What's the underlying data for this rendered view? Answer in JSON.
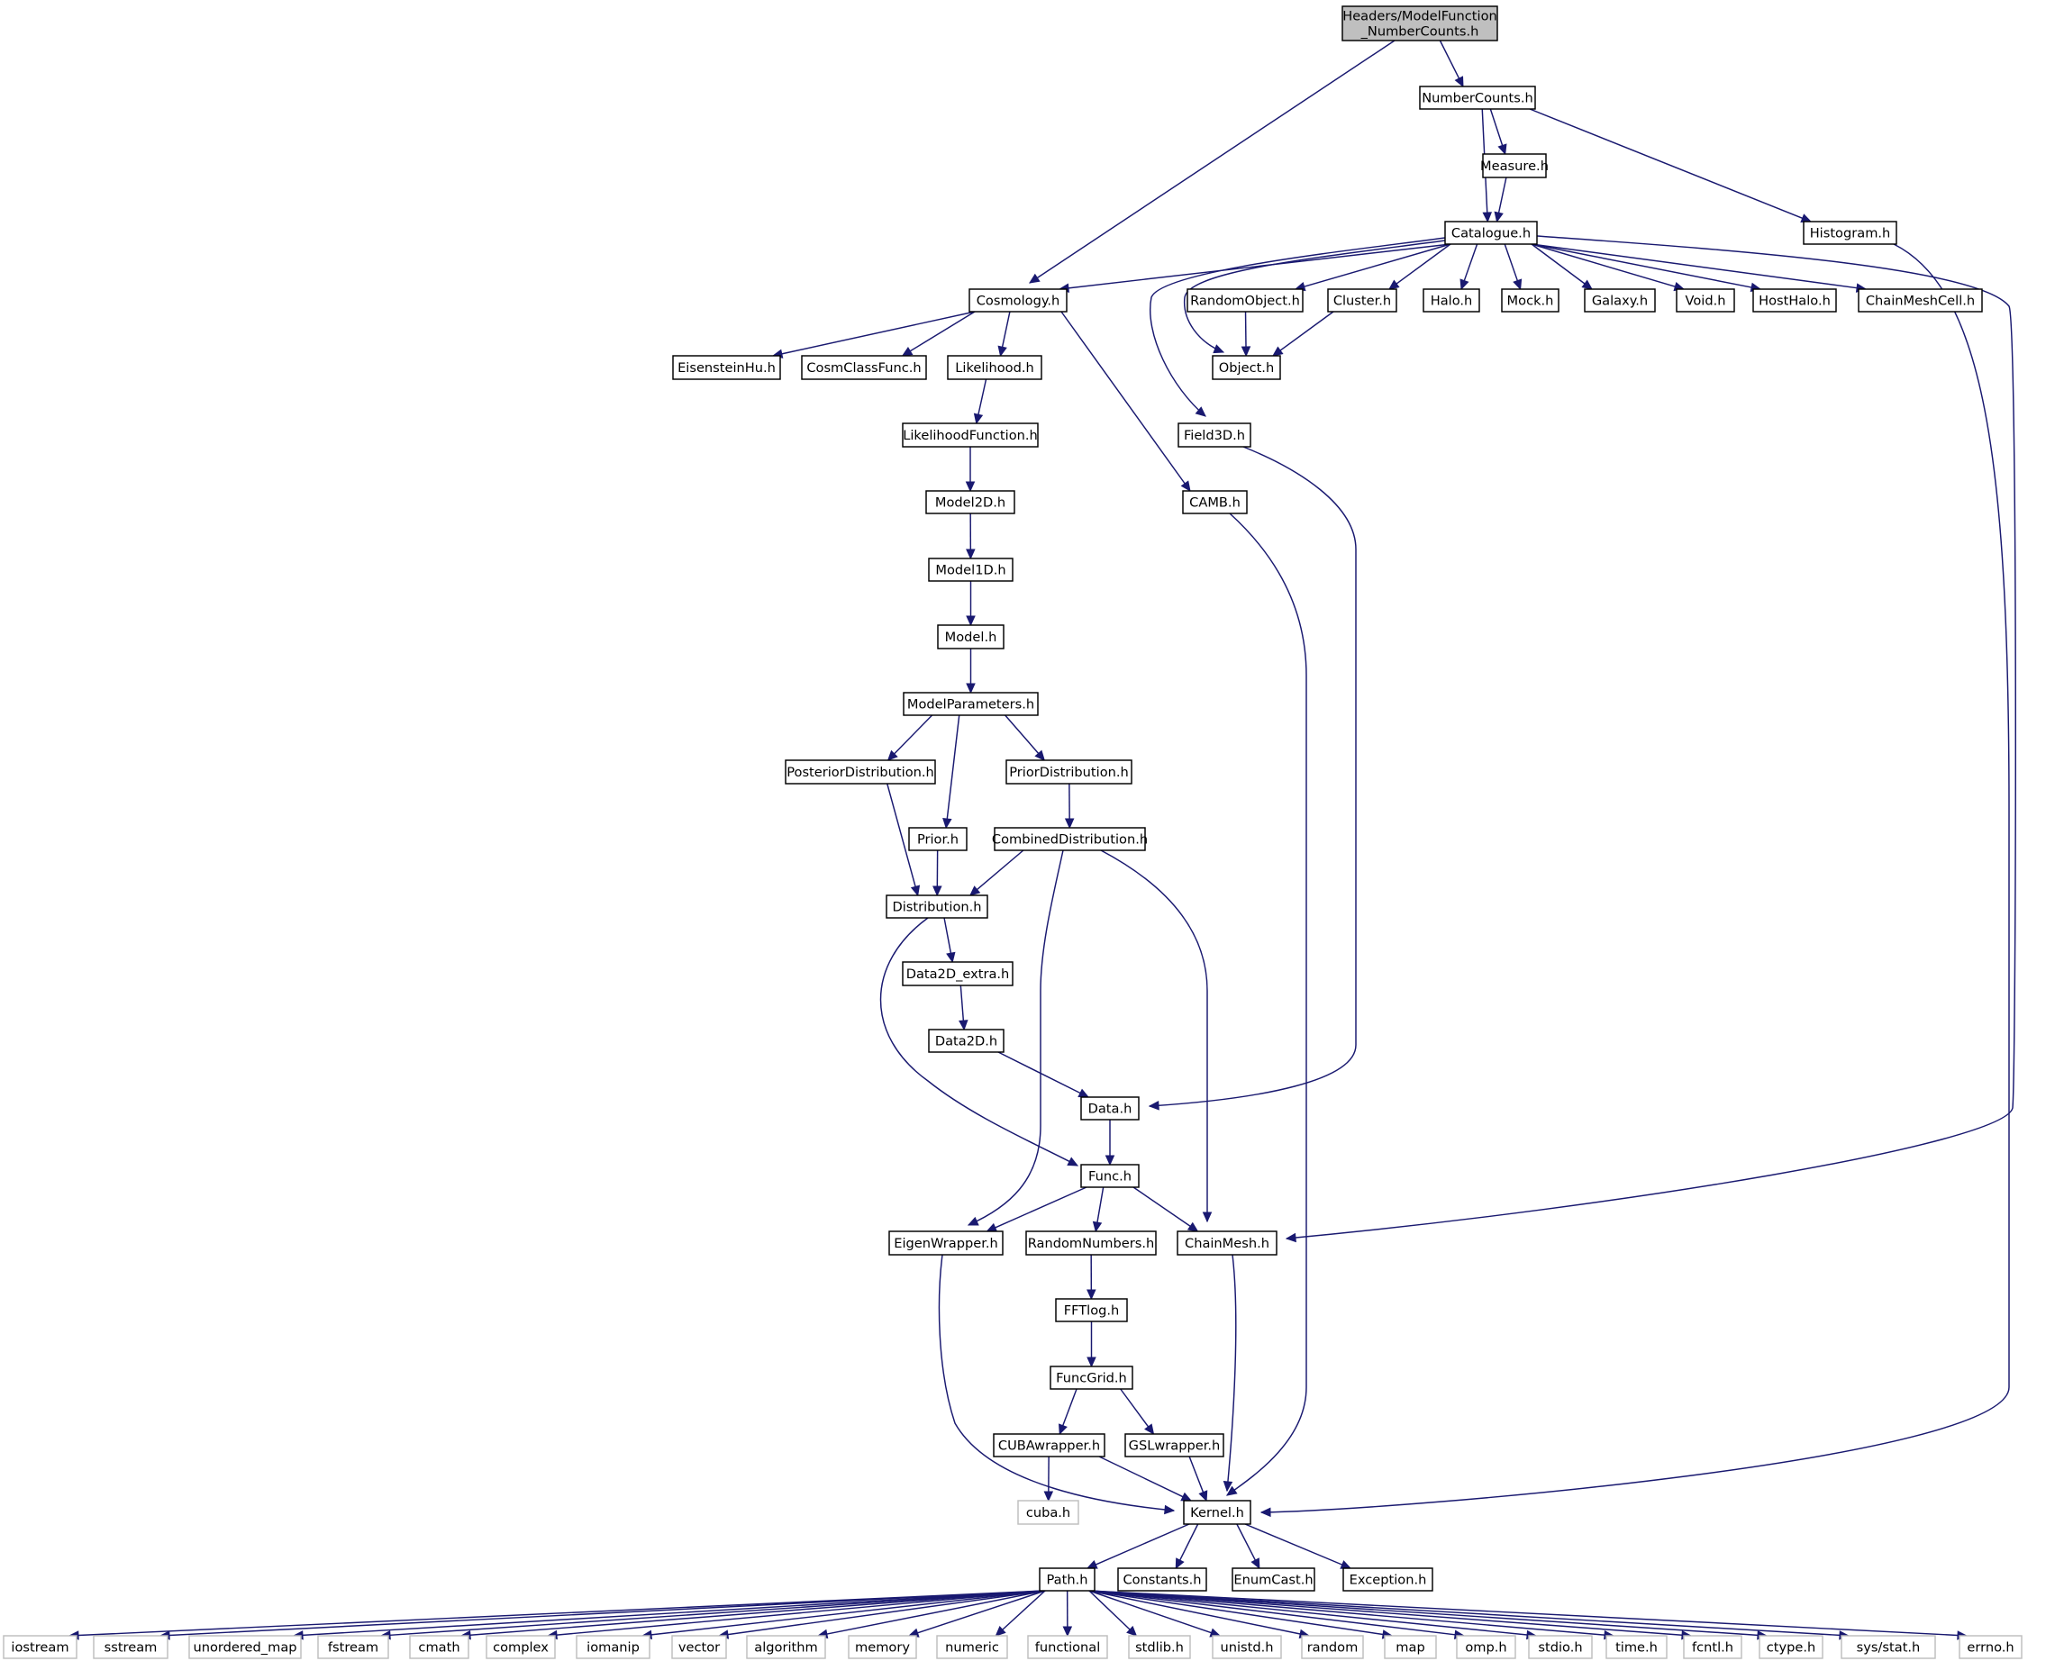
{
  "root": {
    "lines": [
      "Headers/ModelFunction",
      "_NumberCounts.h"
    ]
  },
  "nodes": {
    "numbercounts": "NumberCounts.h",
    "measure": "Measure.h",
    "catalogue": "Catalogue.h",
    "histogram": "Histogram.h",
    "cosmology": "Cosmology.h",
    "randomobject": "RandomObject.h",
    "cluster": "Cluster.h",
    "halo": "Halo.h",
    "mock": "Mock.h",
    "galaxy": "Galaxy.h",
    "void": "Void.h",
    "hosthalo": "HostHalo.h",
    "chainmeshcell": "ChainMeshCell.h",
    "eisensteinhu": "EisensteinHu.h",
    "cosmclassfunc": "CosmClassFunc.h",
    "likelihood": "Likelihood.h",
    "object": "Object.h",
    "likelihoodfunction": "LikelihoodFunction.h",
    "field3d": "Field3D.h",
    "model2d": "Model2D.h",
    "camb": "CAMB.h",
    "model1d": "Model1D.h",
    "model": "Model.h",
    "modelparameters": "ModelParameters.h",
    "posteriordistribution": "PosteriorDistribution.h",
    "priordistribution": "PriorDistribution.h",
    "prior": "Prior.h",
    "combineddistribution": "CombinedDistribution.h",
    "distribution": "Distribution.h",
    "data2d_extra": "Data2D_extra.h",
    "data2d": "Data2D.h",
    "data": "Data.h",
    "func": "Func.h",
    "eigenwrapper": "EigenWrapper.h",
    "randomnumbers": "RandomNumbers.h",
    "chainmesh": "ChainMesh.h",
    "fftlog": "FFTlog.h",
    "funcgrid": "FuncGrid.h",
    "cubawrapper": "CUBAwrapper.h",
    "gslwrapper": "GSLwrapper.h",
    "cuba": "cuba.h",
    "kernel": "Kernel.h",
    "path": "Path.h",
    "constants": "Constants.h",
    "enumcast": "EnumCast.h",
    "exception": "Exception.h",
    "iostream": "iostream",
    "sstream": "sstream",
    "unordered_map": "unordered_map",
    "fstream": "fstream",
    "cmath": "cmath",
    "complex": "complex",
    "iomanip": "iomanip",
    "vector": "vector",
    "algorithm": "algorithm",
    "memory": "memory",
    "numeric": "numeric",
    "functional": "functional",
    "stdlib": "stdlib.h",
    "unistd": "unistd.h",
    "random": "random",
    "map": "map",
    "omp": "omp.h",
    "stdio": "stdio.h",
    "time": "time.h",
    "fcntl": "fcntl.h",
    "ctype": "ctype.h",
    "sysstat": "sys/stat.h",
    "errno": "errno.h"
  },
  "edges": [
    [
      "root",
      "numbercounts"
    ],
    [
      "root",
      "cosmology"
    ],
    [
      "numbercounts",
      "measure"
    ],
    [
      "numbercounts",
      "catalogue"
    ],
    [
      "numbercounts",
      "histogram"
    ],
    [
      "measure",
      "catalogue"
    ],
    [
      "histogram",
      "kernel"
    ],
    [
      "catalogue",
      "cosmology"
    ],
    [
      "catalogue",
      "randomobject"
    ],
    [
      "catalogue",
      "cluster"
    ],
    [
      "catalogue",
      "halo"
    ],
    [
      "catalogue",
      "mock"
    ],
    [
      "catalogue",
      "galaxy"
    ],
    [
      "catalogue",
      "void"
    ],
    [
      "catalogue",
      "hosthalo"
    ],
    [
      "catalogue",
      "chainmeshcell"
    ],
    [
      "catalogue",
      "object"
    ],
    [
      "catalogue",
      "field3d"
    ],
    [
      "catalogue",
      "chainmesh"
    ],
    [
      "randomobject",
      "object"
    ],
    [
      "cluster",
      "object"
    ],
    [
      "cosmology",
      "eisensteinhu"
    ],
    [
      "cosmology",
      "cosmclassfunc"
    ],
    [
      "cosmology",
      "likelihood"
    ],
    [
      "cosmology",
      "camb"
    ],
    [
      "likelihood",
      "likelihoodfunction"
    ],
    [
      "likelihoodfunction",
      "model2d"
    ],
    [
      "model2d",
      "model1d"
    ],
    [
      "model1d",
      "model"
    ],
    [
      "model",
      "modelparameters"
    ],
    [
      "modelparameters",
      "posteriordistribution"
    ],
    [
      "modelparameters",
      "prior"
    ],
    [
      "modelparameters",
      "priordistribution"
    ],
    [
      "priordistribution",
      "combineddistribution"
    ],
    [
      "posteriordistribution",
      "distribution"
    ],
    [
      "prior",
      "distribution"
    ],
    [
      "combineddistribution",
      "distribution"
    ],
    [
      "combineddistribution",
      "eigenwrapper"
    ],
    [
      "combineddistribution",
      "chainmesh"
    ],
    [
      "distribution",
      "data2d_extra"
    ],
    [
      "distribution",
      "func"
    ],
    [
      "data2d_extra",
      "data2d"
    ],
    [
      "data2d",
      "data"
    ],
    [
      "field3d",
      "data"
    ],
    [
      "data",
      "func"
    ],
    [
      "func",
      "eigenwrapper"
    ],
    [
      "func",
      "randomnumbers"
    ],
    [
      "func",
      "chainmesh"
    ],
    [
      "randomnumbers",
      "fftlog"
    ],
    [
      "fftlog",
      "funcgrid"
    ],
    [
      "funcgrid",
      "cubawrapper"
    ],
    [
      "funcgrid",
      "gslwrapper"
    ],
    [
      "cubawrapper",
      "cuba"
    ],
    [
      "cubawrapper",
      "kernel"
    ],
    [
      "gslwrapper",
      "kernel"
    ],
    [
      "eigenwrapper",
      "kernel"
    ],
    [
      "chainmesh",
      "kernel"
    ],
    [
      "camb",
      "kernel"
    ],
    [
      "kernel",
      "path"
    ],
    [
      "kernel",
      "constants"
    ],
    [
      "kernel",
      "enumcast"
    ],
    [
      "kernel",
      "exception"
    ],
    [
      "path",
      "iostream"
    ],
    [
      "path",
      "sstream"
    ],
    [
      "path",
      "unordered_map"
    ],
    [
      "path",
      "fstream"
    ],
    [
      "path",
      "cmath"
    ],
    [
      "path",
      "complex"
    ],
    [
      "path",
      "iomanip"
    ],
    [
      "path",
      "vector"
    ],
    [
      "path",
      "algorithm"
    ],
    [
      "path",
      "memory"
    ],
    [
      "path",
      "numeric"
    ],
    [
      "path",
      "functional"
    ],
    [
      "path",
      "stdlib"
    ],
    [
      "path",
      "unistd"
    ],
    [
      "path",
      "random"
    ],
    [
      "path",
      "map"
    ],
    [
      "path",
      "omp"
    ],
    [
      "path",
      "stdio"
    ],
    [
      "path",
      "time"
    ],
    [
      "path",
      "fcntl"
    ],
    [
      "path",
      "ctype"
    ],
    [
      "path",
      "sysstat"
    ],
    [
      "path",
      "errno"
    ]
  ]
}
